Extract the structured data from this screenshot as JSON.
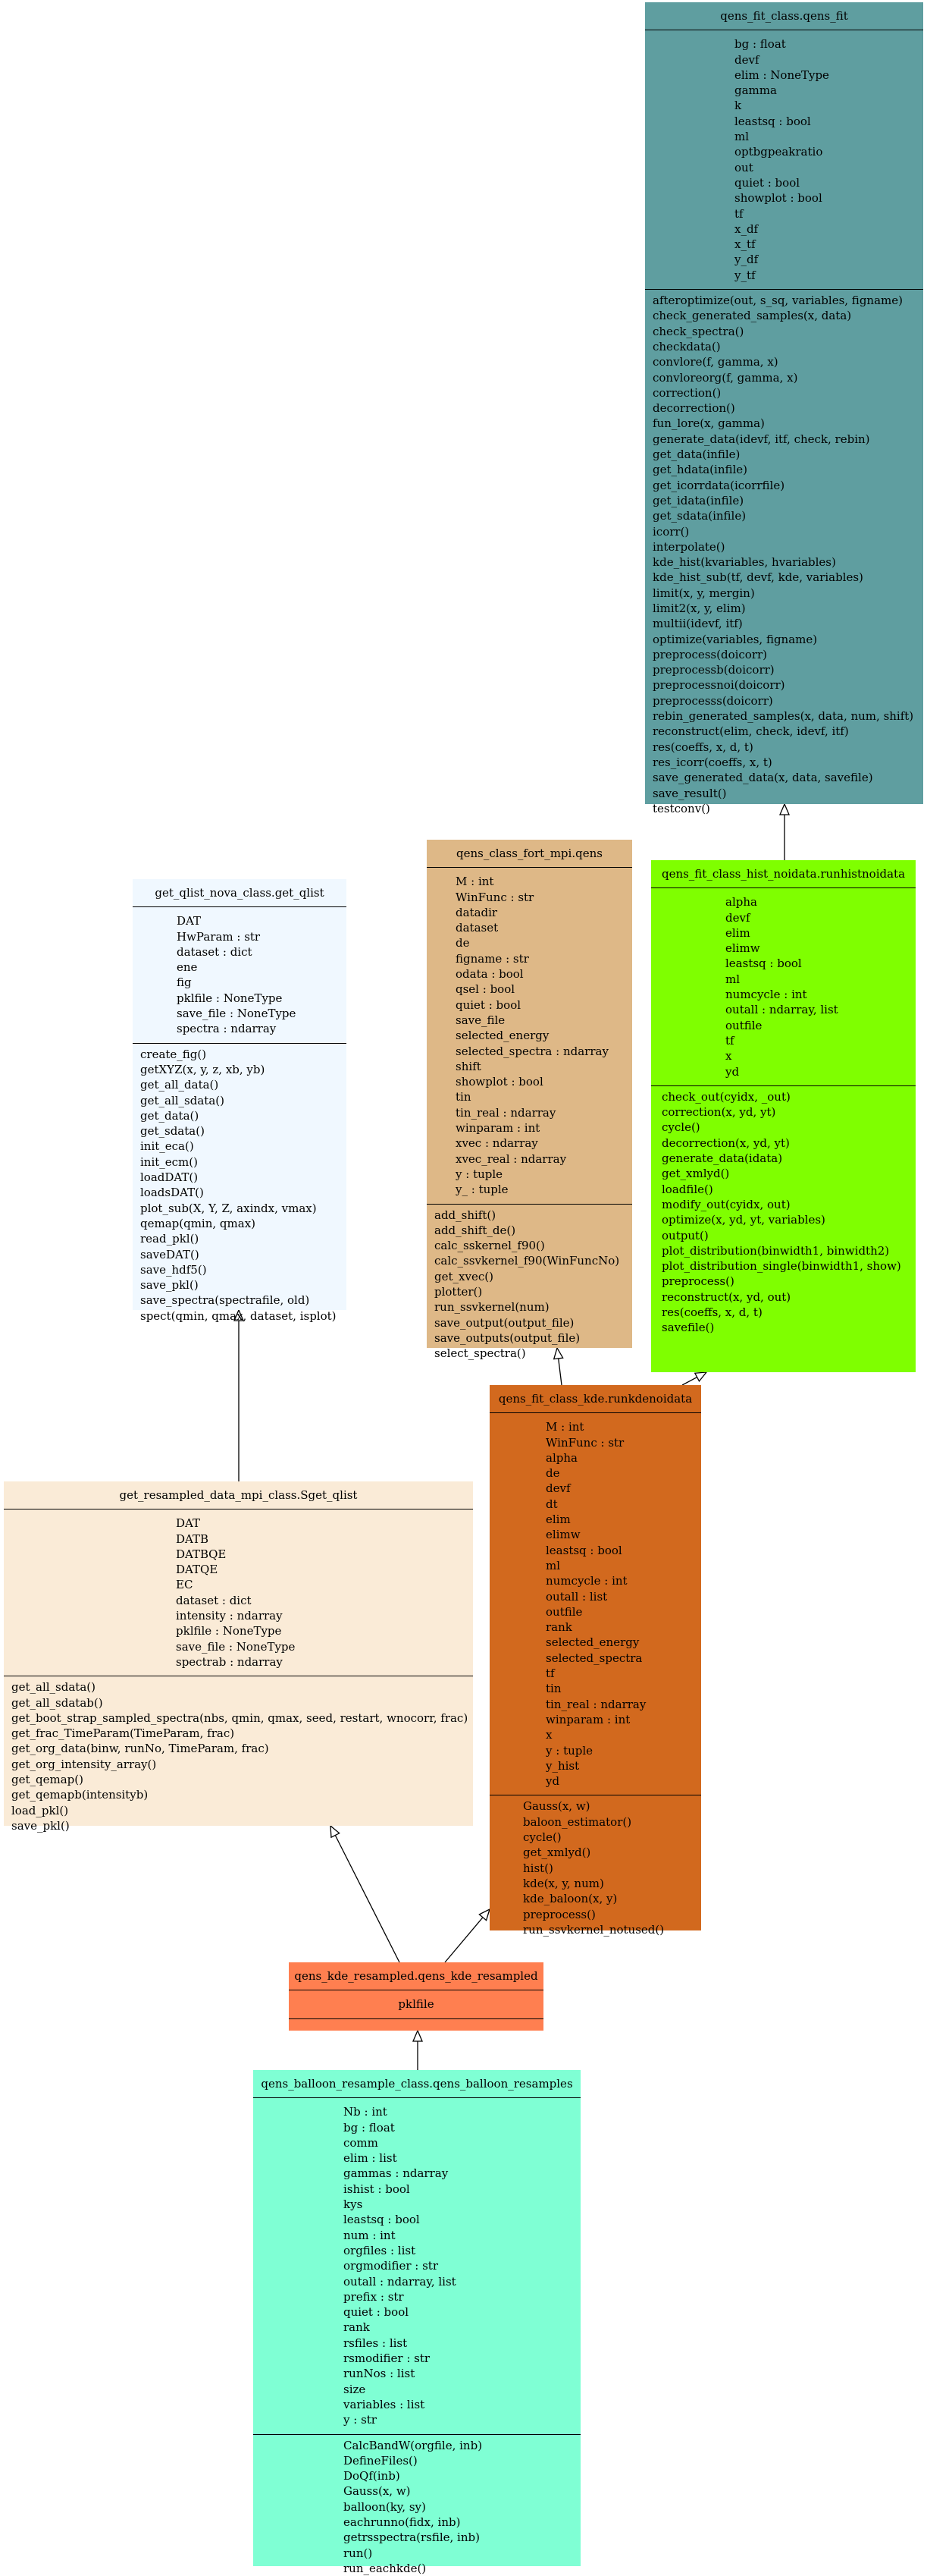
{
  "colors": {
    "qens_fit": "#5f9ea0",
    "hist_noidata": "#7fff00",
    "fort_mpi": "#deb887",
    "nova_qlist": "#f0f8ff",
    "kde": "#d2691e",
    "resampled_mpi": "#faebd7",
    "kde_resampled": "#ff7f50",
    "balloon": "#7fffd4",
    "edge": "#000000"
  },
  "classes": {
    "qens_fit": {
      "name": "qens_fit_class.qens_fit",
      "attributes": [
        "bg : float",
        "devf",
        "elim : NoneType",
        "gamma",
        "k",
        "leastsq : bool",
        "ml",
        "optbgpeakratio",
        "out",
        "quiet : bool",
        "showplot : bool",
        "tf",
        "x_df",
        "x_tf",
        "y_df",
        "y_tf"
      ],
      "methods": [
        "afteroptimize(out, s_sq, variables, figname)",
        "check_generated_samples(x, data)",
        "check_spectra()",
        "checkdata()",
        "convlore(f, gamma, x)",
        "convloreorg(f, gamma, x)",
        "correction()",
        "decorrection()",
        "fun_lore(x, gamma)",
        "generate_data(idevf, itf, check, rebin)",
        "get_data(infile)",
        "get_hdata(infile)",
        "get_icorrdata(icorrfile)",
        "get_idata(infile)",
        "get_sdata(infile)",
        "icorr()",
        "interpolate()",
        "kde_hist(kvariables, hvariables)",
        "kde_hist_sub(tf, devf, kde, variables)",
        "limit(x, y, mergin)",
        "limit2(x, y, elim)",
        "multii(idevf, itf)",
        "optimize(variables, figname)",
        "preprocess(doicorr)",
        "preprocessb(doicorr)",
        "preprocessnoi(doicorr)",
        "preprocesss(doicorr)",
        "rebin_generated_samples(x, data, num, shift)",
        "reconstruct(elim, check, idevf, itf)",
        "res(coeffs, x, d, t)",
        "res_icorr(coeffs, x, t)",
        "save_generated_data(x, data, savefile)",
        "save_result()",
        "testconv()"
      ]
    },
    "hist_noidata": {
      "name": "qens_fit_class_hist_noidata.runhistnoidata",
      "attributes": [
        "alpha",
        "devf",
        "elim",
        "elimw",
        "leastsq : bool",
        "ml",
        "numcycle : int",
        "outall : ndarray, list",
        "outfile",
        "tf",
        "x",
        "yd"
      ],
      "methods": [
        "check_out(cyidx, _out)",
        "correction(x, yd, yt)",
        "cycle()",
        "decorrection(x, yd, yt)",
        "generate_data(idata)",
        "get_xmlyd()",
        "loadfile()",
        "modify_out(cyidx, out)",
        "optimize(x, yd, yt, variables)",
        "output()",
        "plot_distribution(binwidth1, binwidth2)",
        "plot_distribution_single(binwidth1, show)",
        "preprocess()",
        "reconstruct(x, yd, out)",
        "res(coeffs, x, d, t)",
        "savefile()"
      ]
    },
    "fort_mpi": {
      "name": "qens_class_fort_mpi.qens",
      "attributes": [
        "M : int",
        "WinFunc : str",
        "datadir",
        "dataset",
        "de",
        "figname : str",
        "odata : bool",
        "qsel : bool",
        "quiet : bool",
        "save_file",
        "selected_energy",
        "selected_spectra : ndarray",
        "shift",
        "showplot : bool",
        "tin",
        "tin_real : ndarray",
        "winparam : int",
        "xvec : ndarray",
        "xvec_real : ndarray",
        "y : tuple",
        "y_ : tuple"
      ],
      "methods": [
        "add_shift()",
        "add_shift_de()",
        "calc_sskernel_f90()",
        "calc_ssvkernel_f90(WinFuncNo)",
        "get_xvec()",
        "plotter()",
        "run_ssvkernel(num)",
        "save_output(output_file)",
        "save_outputs(output_file)",
        "select_spectra()"
      ]
    },
    "nova_qlist": {
      "name": "get_qlist_nova_class.get_qlist",
      "attributes": [
        "DAT",
        "HwParam : str",
        "dataset : dict",
        "ene",
        "fig",
        "pklfile : NoneType",
        "save_file : NoneType",
        "spectra : ndarray"
      ],
      "methods": [
        "create_fig()",
        "getXYZ(x, y, z, xb, yb)",
        "get_all_data()",
        "get_all_sdata()",
        "get_data()",
        "get_sdata()",
        "init_eca()",
        "init_ecm()",
        "loadDAT()",
        "loadsDAT()",
        "plot_sub(X, Y, Z, axindx, vmax)",
        "qemap(qmin, qmax)",
        "read_pkl()",
        "saveDAT()",
        "save_hdf5()",
        "save_pkl()",
        "save_spectra(spectrafile, old)",
        "spect(qmin, qmax, dataset, isplot)"
      ]
    },
    "kde": {
      "name": "qens_fit_class_kde.runkdenoidata",
      "attributes": [
        "M : int",
        "WinFunc : str",
        "alpha",
        "de",
        "devf",
        "dt",
        "elim",
        "elimw",
        "leastsq : bool",
        "ml",
        "numcycle : int",
        "outall : list",
        "outfile",
        "rank",
        "selected_energy",
        "selected_spectra",
        "tf",
        "tin",
        "tin_real : ndarray",
        "winparam : int",
        "x",
        "y : tuple",
        "y_hist",
        "yd"
      ],
      "methods": [
        "Gauss(x, w)",
        "baloon_estimator()",
        "cycle()",
        "get_xmlyd()",
        "hist()",
        "kde(x, y, num)",
        "kde_baloon(x, y)",
        "preprocess()",
        "run_ssvkernel_notused()"
      ]
    },
    "resampled_mpi": {
      "name": "get_resampled_data_mpi_class.Sget_qlist",
      "attributes": [
        "DAT",
        "DATB",
        "DATBQE",
        "DATQE",
        "EC",
        "dataset : dict",
        "intensity : ndarray",
        "pklfile : NoneType",
        "save_file : NoneType",
        "spectrab : ndarray"
      ],
      "methods": [
        "get_all_sdata()",
        "get_all_sdatab()",
        "get_boot_strap_sampled_spectra(nbs, qmin, qmax, seed, restart, wnocorr, frac)",
        "get_frac_TimeParam(TimeParam, frac)",
        "get_org_data(binw, runNo, TimeParam, frac)",
        "get_org_intensity_array()",
        "get_qemap()",
        "get_qemapb(intensityb)",
        "load_pkl()",
        "save_pkl()"
      ]
    },
    "kde_resampled": {
      "name": "qens_kde_resampled.qens_kde_resampled",
      "attributes": [
        "pklfile"
      ],
      "methods": []
    },
    "balloon": {
      "name": "qens_balloon_resample_class.qens_balloon_resamples",
      "attributes": [
        "Nb : int",
        "bg : float",
        "comm",
        "elim : list",
        "gammas : ndarray",
        "ishist : bool",
        "kys",
        "leastsq : bool",
        "num : int",
        "orgfiles : list",
        "orgmodifier : str",
        "outall : ndarray, list",
        "prefix : str",
        "quiet : bool",
        "rank",
        "rsfiles : list",
        "rsmodifier : str",
        "runNos : list",
        "size",
        "variables : list",
        "y : str"
      ],
      "methods": [
        "CalcBandW(orgfile, inb)",
        "DefineFiles()",
        "DoQf(inb)",
        "Gauss(x, w)",
        "balloon(ky, sy)",
        "eachrunno(fidx, inb)",
        "getrsspectra(rsfile, inb)",
        "run()",
        "run_eachkde()"
      ]
    }
  }
}
